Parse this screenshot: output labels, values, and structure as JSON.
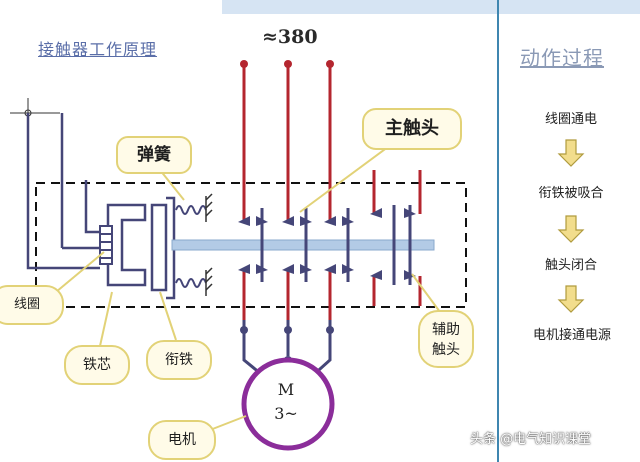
{
  "diagram": {
    "title": "接触器工作原理",
    "voltage_label": "≈380",
    "labels": {
      "spring": "弹簧",
      "main_contact": "主触头",
      "coil": "线圈",
      "iron_core": "铁芯",
      "armature": "衔铁",
      "aux_contact_line1": "辅助",
      "aux_contact_line2": "触头",
      "motor_caption": "电机"
    },
    "motor": {
      "symbol": "M",
      "phase": "3~"
    }
  },
  "process": {
    "title": "动作过程",
    "steps": [
      "线圈通电",
      "衔铁被吸合",
      "触头闭合",
      "电机接通电源"
    ]
  },
  "watermark": "头条 @电气知识课堂",
  "colors": {
    "wire_red": "#b4262f",
    "wire_navy": "#454678",
    "push_rod": "#b3cbe6",
    "motor_ring": "#8b2d9a",
    "callout_border": "#e2d277",
    "arrow_fill": "#f2dd8c"
  },
  "icons": [
    "spring-coil-icon",
    "ground-hatch-icon",
    "down-arrow-icon"
  ]
}
